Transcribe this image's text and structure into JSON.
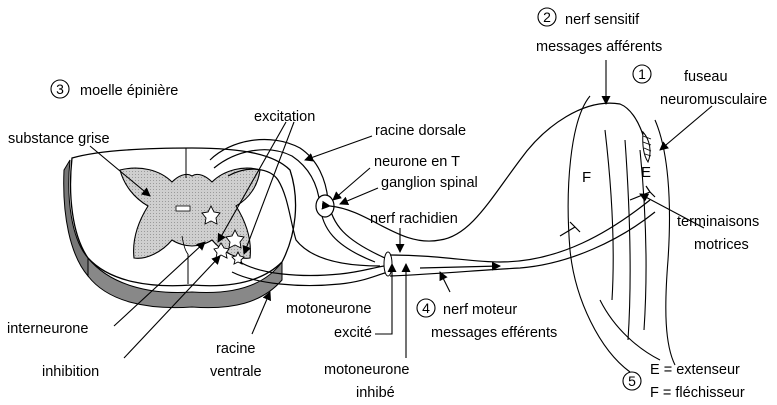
{
  "labels": {
    "nerf_sensitif": "nerf sensitif",
    "messages_afferents": "messages afférents",
    "fuseau": "fuseau",
    "neuromusculaire": "neuromusculaire",
    "moelle_epiniere": "moelle épinière",
    "racine_dorsale": "racine dorsale",
    "excitation": "excitation",
    "substance_grise": "substance grise",
    "neurone_en_t": "neurone en T",
    "ganglion_spinal": "ganglion spinal",
    "nerf_rachidien": "nerf rachidien",
    "terminaisons": "terminaisons",
    "motrices": "motrices",
    "nerf_moteur": "nerf moteur",
    "messages_efferents": "messages efférents",
    "motoneurone_1": "motoneurone",
    "excite": "excité",
    "interneurone": "interneurone",
    "inhibition": "inhibition",
    "racine": "racine",
    "ventrale": "ventrale",
    "motoneurone_2": "motoneurone",
    "inhibe": "inhibé",
    "legend_e": "E = extenseur",
    "legend_f": "F = fléchisseur",
    "muscle_f": "F",
    "muscle_e": "E"
  },
  "markers": {
    "m1": "1",
    "m2": "2",
    "m3": "3",
    "m4": "4",
    "m5": "5"
  }
}
